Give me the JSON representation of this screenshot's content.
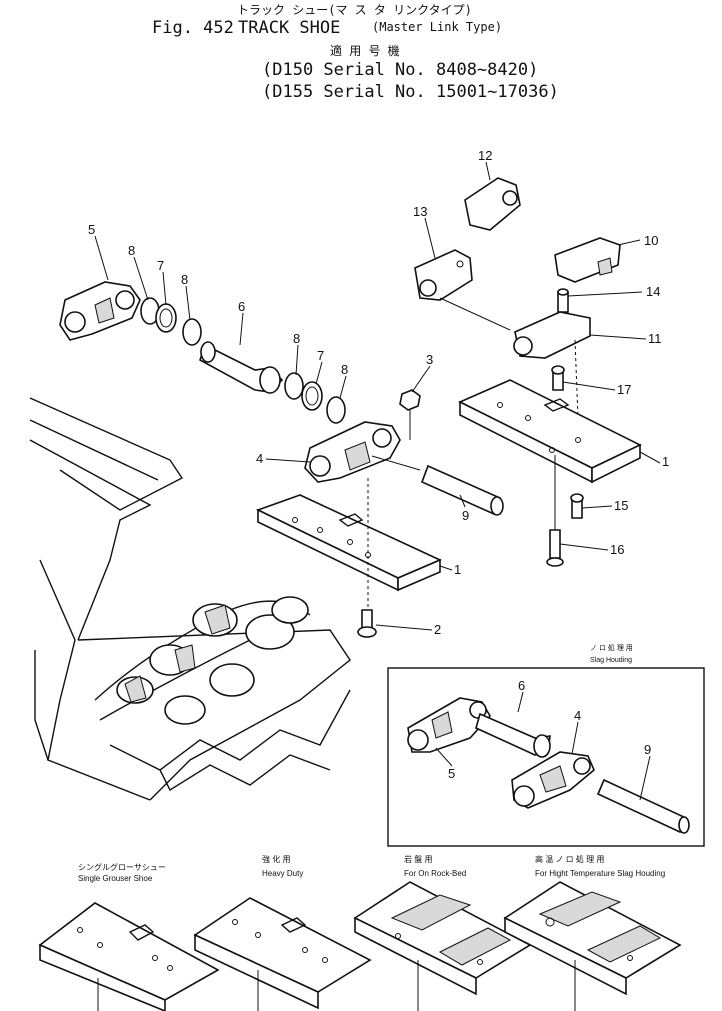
{
  "header": {
    "line1_jp": "トラック シュー(マ ス タ リンクタイプ)",
    "fig_label": "Fig. 452",
    "title": "TRACK SHOE",
    "subtitle": "(Master Link Type)",
    "applicable_jp": "適 用 号 機",
    "serial1": "(D150 Serial No. 8408~8420)",
    "serial2": "(D155 Serial No. 15001~17036)"
  },
  "callouts": [
    "12",
    "13",
    "10",
    "5",
    "8",
    "7",
    "8",
    "14",
    "6",
    "11",
    "8",
    "7",
    "8",
    "3",
    "17",
    "4",
    "1",
    "9",
    "15",
    "16",
    "1",
    "2",
    "6",
    "4",
    "5",
    "9"
  ],
  "inset": {
    "label_jp": "ノ ロ 処 理 用",
    "label_en": "Slag Houding"
  },
  "variants": [
    {
      "jp": "シングルグローサシュー",
      "en": "Single Grouser Shoe"
    },
    {
      "jp": "強 化 用",
      "en": "Heavy Duty"
    },
    {
      "jp": "岩 盤 用",
      "en": "For On Rock-Bed"
    },
    {
      "jp": "高 温 ノ ロ 処 理 用",
      "en": "For Hight Temperature Slag Houding"
    }
  ]
}
